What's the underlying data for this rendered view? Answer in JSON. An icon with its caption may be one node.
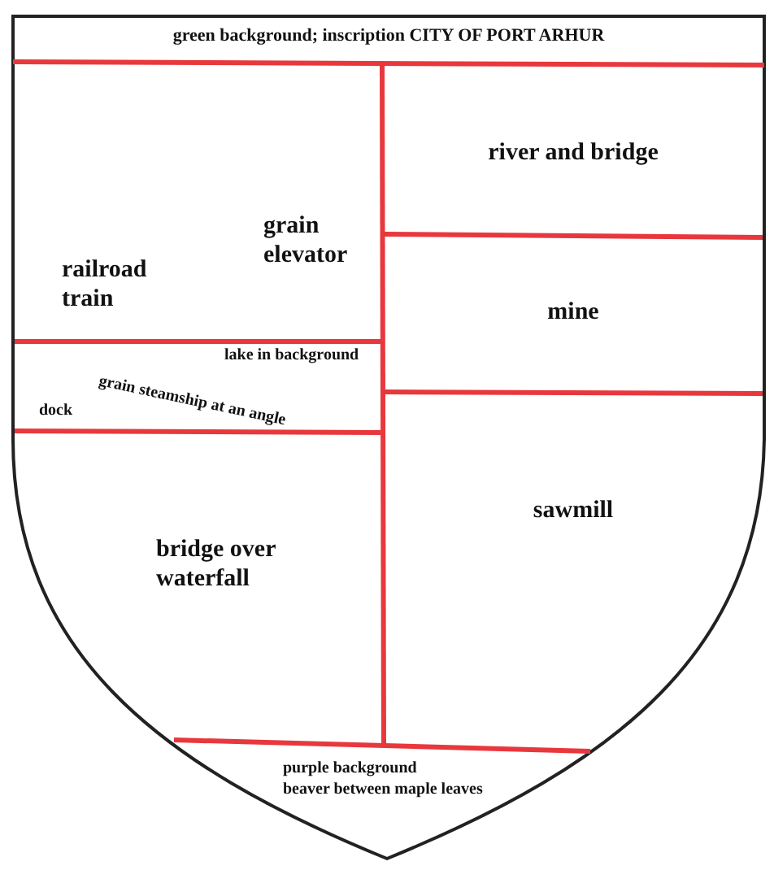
{
  "diagram": {
    "nodes": [
      {
        "text": [
          "green background; inscription CITY OF PORT ARHUR"
        ]
      },
      {
        "text": [
          "grain elevator",
          "railroad train"
        ]
      },
      {
        "text": [
          "river and bridge"
        ]
      },
      {
        "text": [
          "lake in background",
          "grain steamship at an angle",
          "dock"
        ]
      },
      {
        "text": [
          "mine"
        ]
      },
      {
        "text": [
          "bridge over waterfall"
        ]
      },
      {
        "text": [
          "sawmill"
        ]
      },
      {
        "text": [
          "purple background",
          "beaver between maple leaves"
        ]
      }
    ]
  }
}
